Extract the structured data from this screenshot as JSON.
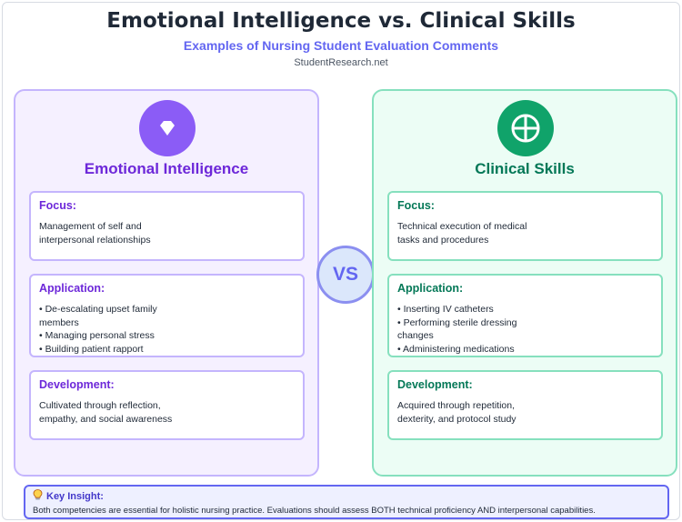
{
  "header": {
    "title": "Emotional Intelligence vs. Clinical Skills",
    "subtitle": "Examples of Nursing Student Evaluation Comments",
    "source": "StudentResearch.net"
  },
  "left_panel": {
    "icon": "heart-icon",
    "title": "Emotional Intelligence",
    "focus": {
      "heading": "Focus:",
      "lines": [
        "Management of self and",
        "interpersonal relationships"
      ]
    },
    "application": {
      "heading": "Application:",
      "lines": [
        "• De-escalating upset family",
        "members",
        "• Managing personal stress",
        "• Building patient rapport"
      ]
    },
    "development": {
      "heading": "Development:",
      "lines": [
        "Cultivated through reflection,",
        "empathy, and social awareness"
      ]
    }
  },
  "right_panel": {
    "icon": "crosshair-icon",
    "title": "Clinical Skills",
    "focus": {
      "heading": "Focus:",
      "lines": [
        "Technical execution of medical",
        "tasks and procedures"
      ]
    },
    "application": {
      "heading": "Application:",
      "lines": [
        "• Inserting IV catheters",
        "• Performing sterile dressing",
        "changes",
        "• Administering medications"
      ]
    },
    "development": {
      "heading": "Development:",
      "lines": [
        "Acquired through repetition,",
        "dexterity, and protocol study"
      ]
    }
  },
  "vs_label": "VS",
  "insight": {
    "icon": "lightbulb-icon",
    "heading": "Key Insight:",
    "text": "Both competencies are essential for holistic nursing practice. Evaluations should assess BOTH technical proficiency AND interpersonal capabilities."
  },
  "colors": {
    "ei_accent": "#8b5cf6",
    "cs_accent": "#10a36a",
    "vs_accent": "#6366f1"
  }
}
